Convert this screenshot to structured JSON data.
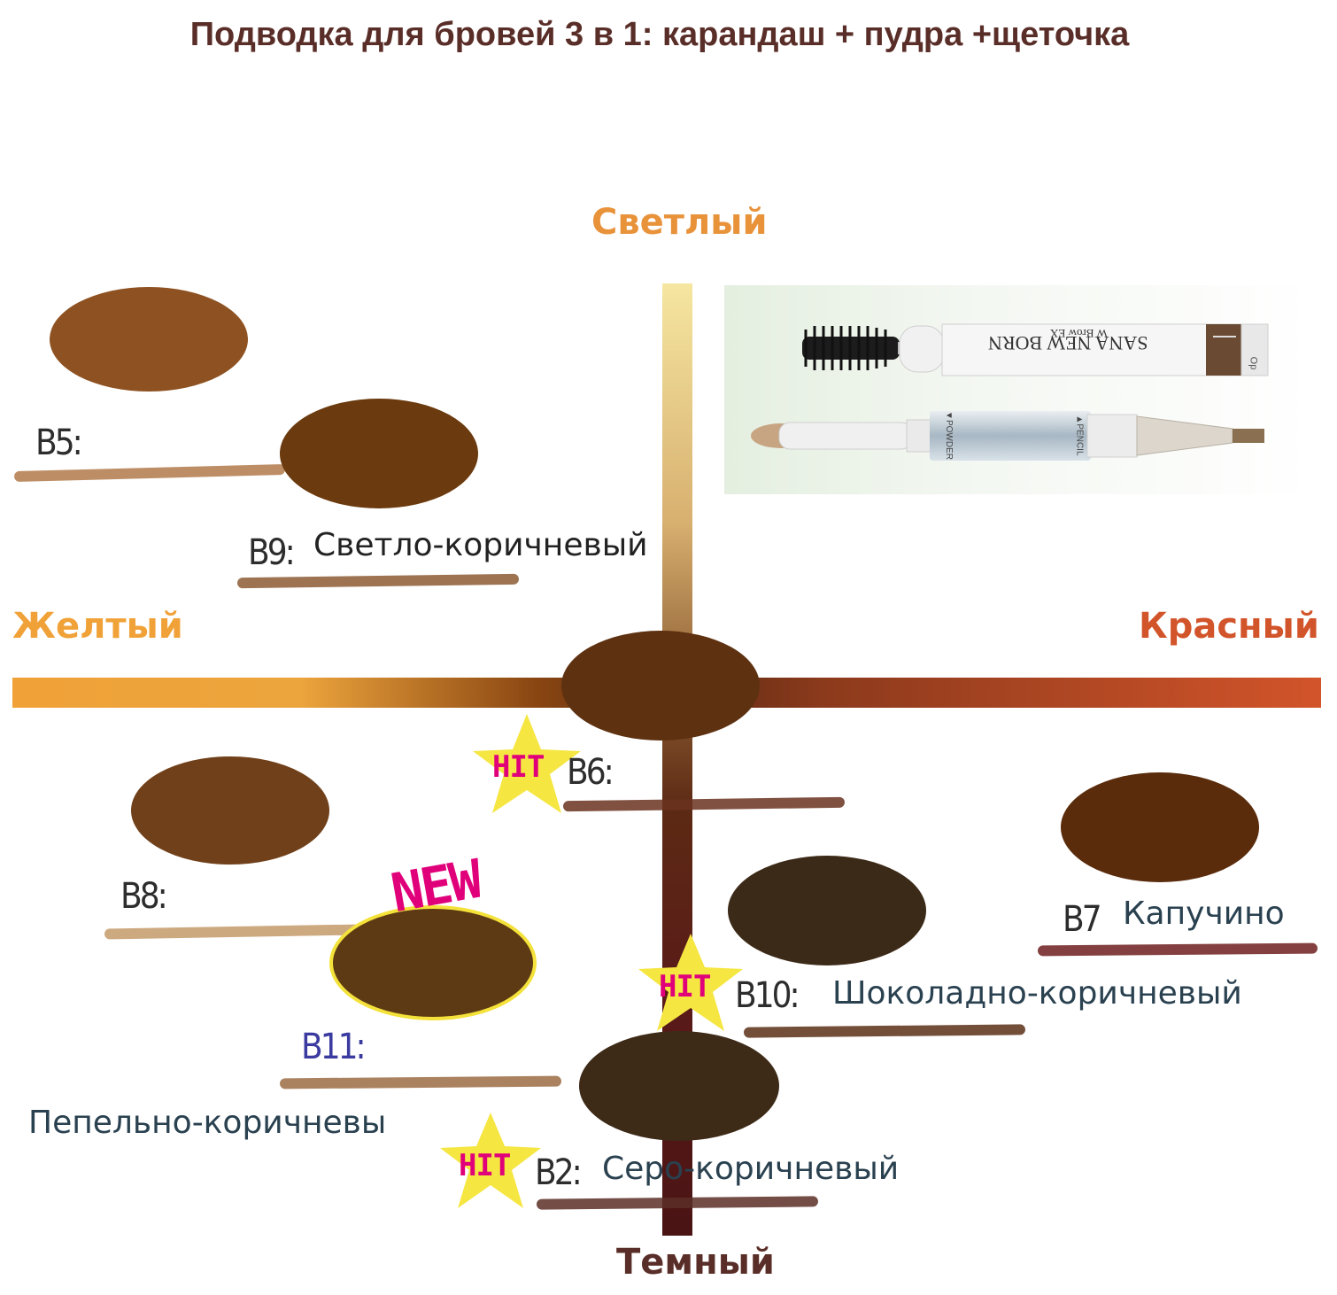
{
  "title": "Подводка для бровей 3 в 1: карандаш + пудра +щеточка",
  "axes": {
    "top": "Светлый",
    "bottom": "Темный",
    "left": "Желтый",
    "right": "Красный"
  },
  "shades": [
    {
      "code": "B5:",
      "name": "",
      "swatch_color": "#8e5222",
      "stroke_color": "#b27a4a"
    },
    {
      "code": "B9:",
      "name": "Светло-коричневый",
      "swatch_color": "#6b3a0e",
      "stroke_color": "#8c5a34"
    },
    {
      "code": "B6:",
      "name": "",
      "swatch_color": "#5e3111",
      "stroke_color": "#6a3220",
      "badge": "HIT"
    },
    {
      "code": "B8:",
      "name": "",
      "swatch_color": "#70401a",
      "stroke_color": "#c49a6a"
    },
    {
      "code": "B11:",
      "name": "Пепельно-коричневы",
      "swatch_color": "#5e3a14",
      "stroke_color": "#9c6c44",
      "badge": "NEW"
    },
    {
      "code": "B10:",
      "name": "Шоколадно-коричневый",
      "swatch_color": "#3c2a18",
      "stroke_color": "#5a3018",
      "badge": "HIT"
    },
    {
      "code": "B7",
      "name": "Капучино",
      "swatch_color": "#5a2c0c",
      "stroke_color": "#6e1e1e"
    },
    {
      "code": "B2:",
      "name": "Серо-коричневый",
      "swatch_color": "#3d2a17",
      "stroke_color": "#5a2e26",
      "badge": "HIT"
    }
  ],
  "badges": {
    "hit": "HIT",
    "new": "NEW"
  },
  "product": {
    "brand": "SANA NEW BORN",
    "model": "W Brow EX",
    "side_labels": [
      "▼POWDER",
      "▲PENCIL"
    ],
    "cap_text": "Op"
  },
  "colors": {
    "title": "#5a2e28",
    "light": "#e8923a",
    "yellow": "#f0a238",
    "red": "#d2542a",
    "dark": "#5a2e28",
    "hit_star": "#f5e642",
    "new_text": "#e0007a"
  }
}
